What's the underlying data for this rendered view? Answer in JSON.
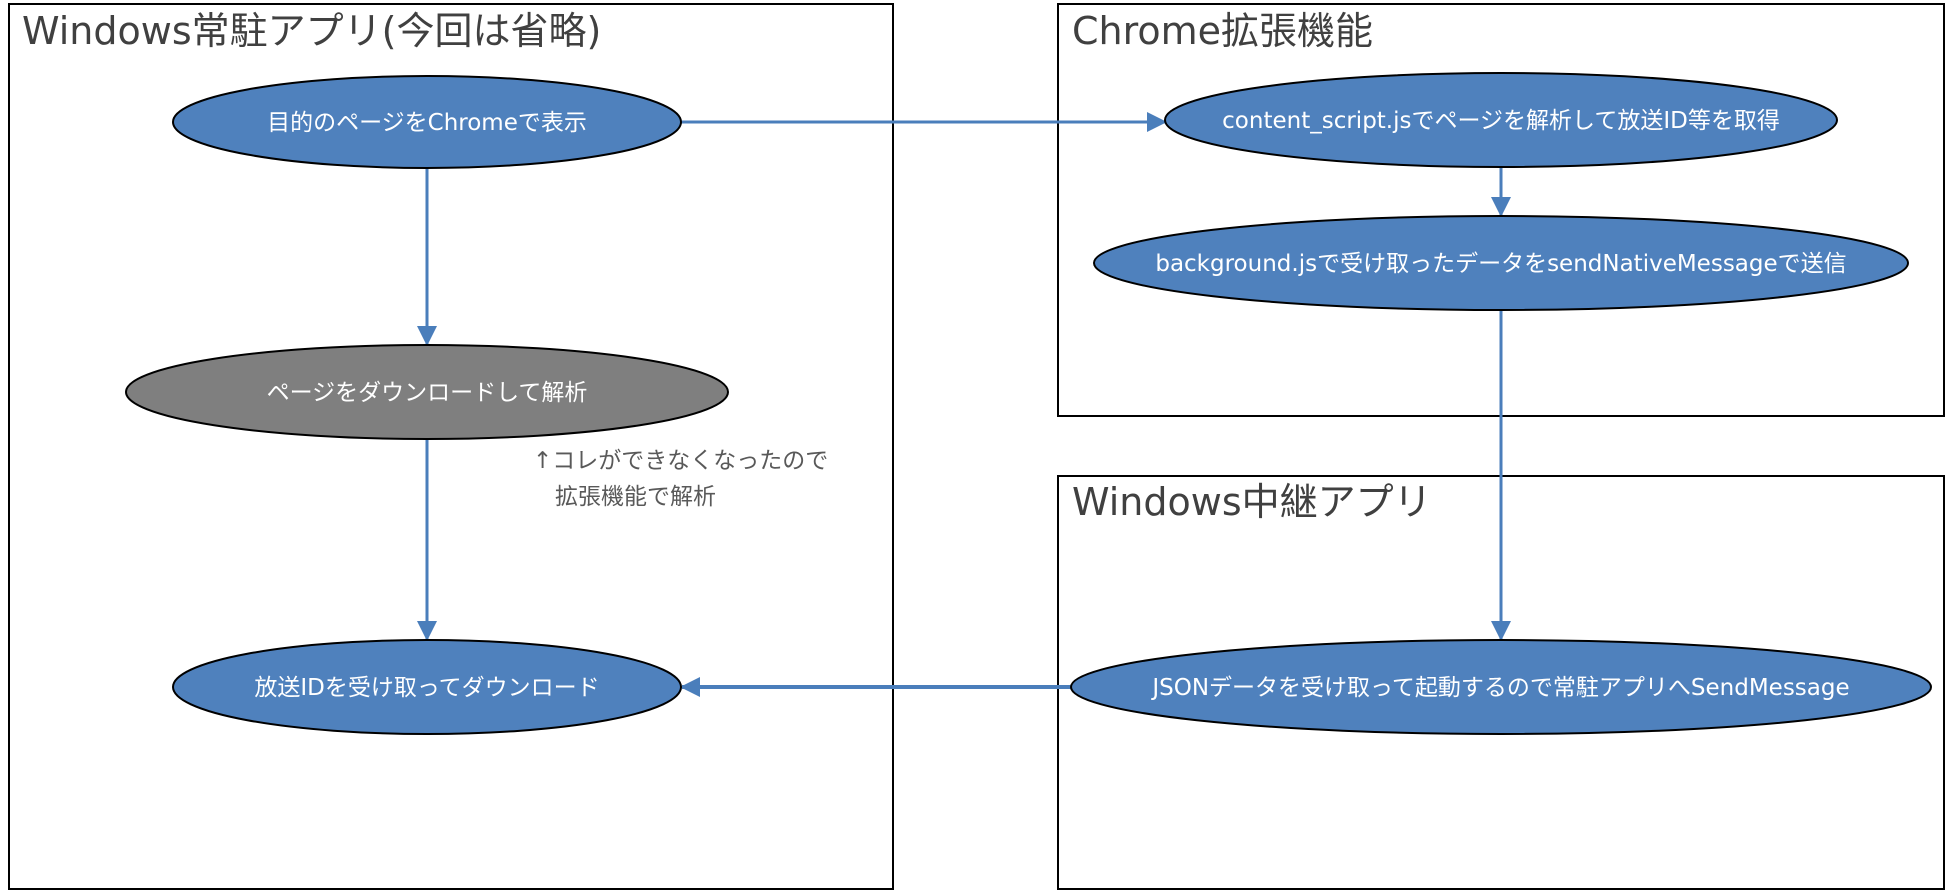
{
  "diagram": {
    "groups": [
      {
        "id": "resident-app",
        "title": "Windows常駐アプリ(今回は省略)"
      },
      {
        "id": "chrome-ext",
        "title": "Chrome拡張機能"
      },
      {
        "id": "relay-app",
        "title": "Windows中継アプリ"
      }
    ],
    "nodes": [
      {
        "id": "show-page",
        "label": "目的のページをChromeで表示",
        "fill": "#4f81bd"
      },
      {
        "id": "download-parse",
        "label": "ページをダウンロードして解析",
        "fill": "#7f7f7f"
      },
      {
        "id": "receive-download",
        "label": "放送IDを受け取ってダウンロード",
        "fill": "#4f81bd"
      },
      {
        "id": "content-script",
        "label": "content_script.jsでページを解析して放送ID等を取得",
        "fill": "#4f81bd"
      },
      {
        "id": "background",
        "label": "background.jsで受け取ったデータをsendNativeMessageで送信",
        "fill": "#4f81bd"
      },
      {
        "id": "relay",
        "label": "JSONデータを受け取って起動するので常駐アプリへSendMessage",
        "fill": "#4f81bd"
      }
    ],
    "note": {
      "line1": "↑コレができなくなったので",
      "line2": "拡張機能で解析"
    },
    "edges": [
      {
        "from": "show-page",
        "to": "content-script"
      },
      {
        "from": "content-script",
        "to": "background"
      },
      {
        "from": "background",
        "to": "relay"
      },
      {
        "from": "relay",
        "to": "receive-download"
      },
      {
        "from": "show-page",
        "to": "download-parse"
      },
      {
        "from": "download-parse",
        "to": "receive-download"
      }
    ],
    "colors": {
      "arrow": "#4a7ebb",
      "border": "#000000",
      "node_blue": "#4f81bd",
      "node_gray": "#7f7f7f"
    }
  }
}
